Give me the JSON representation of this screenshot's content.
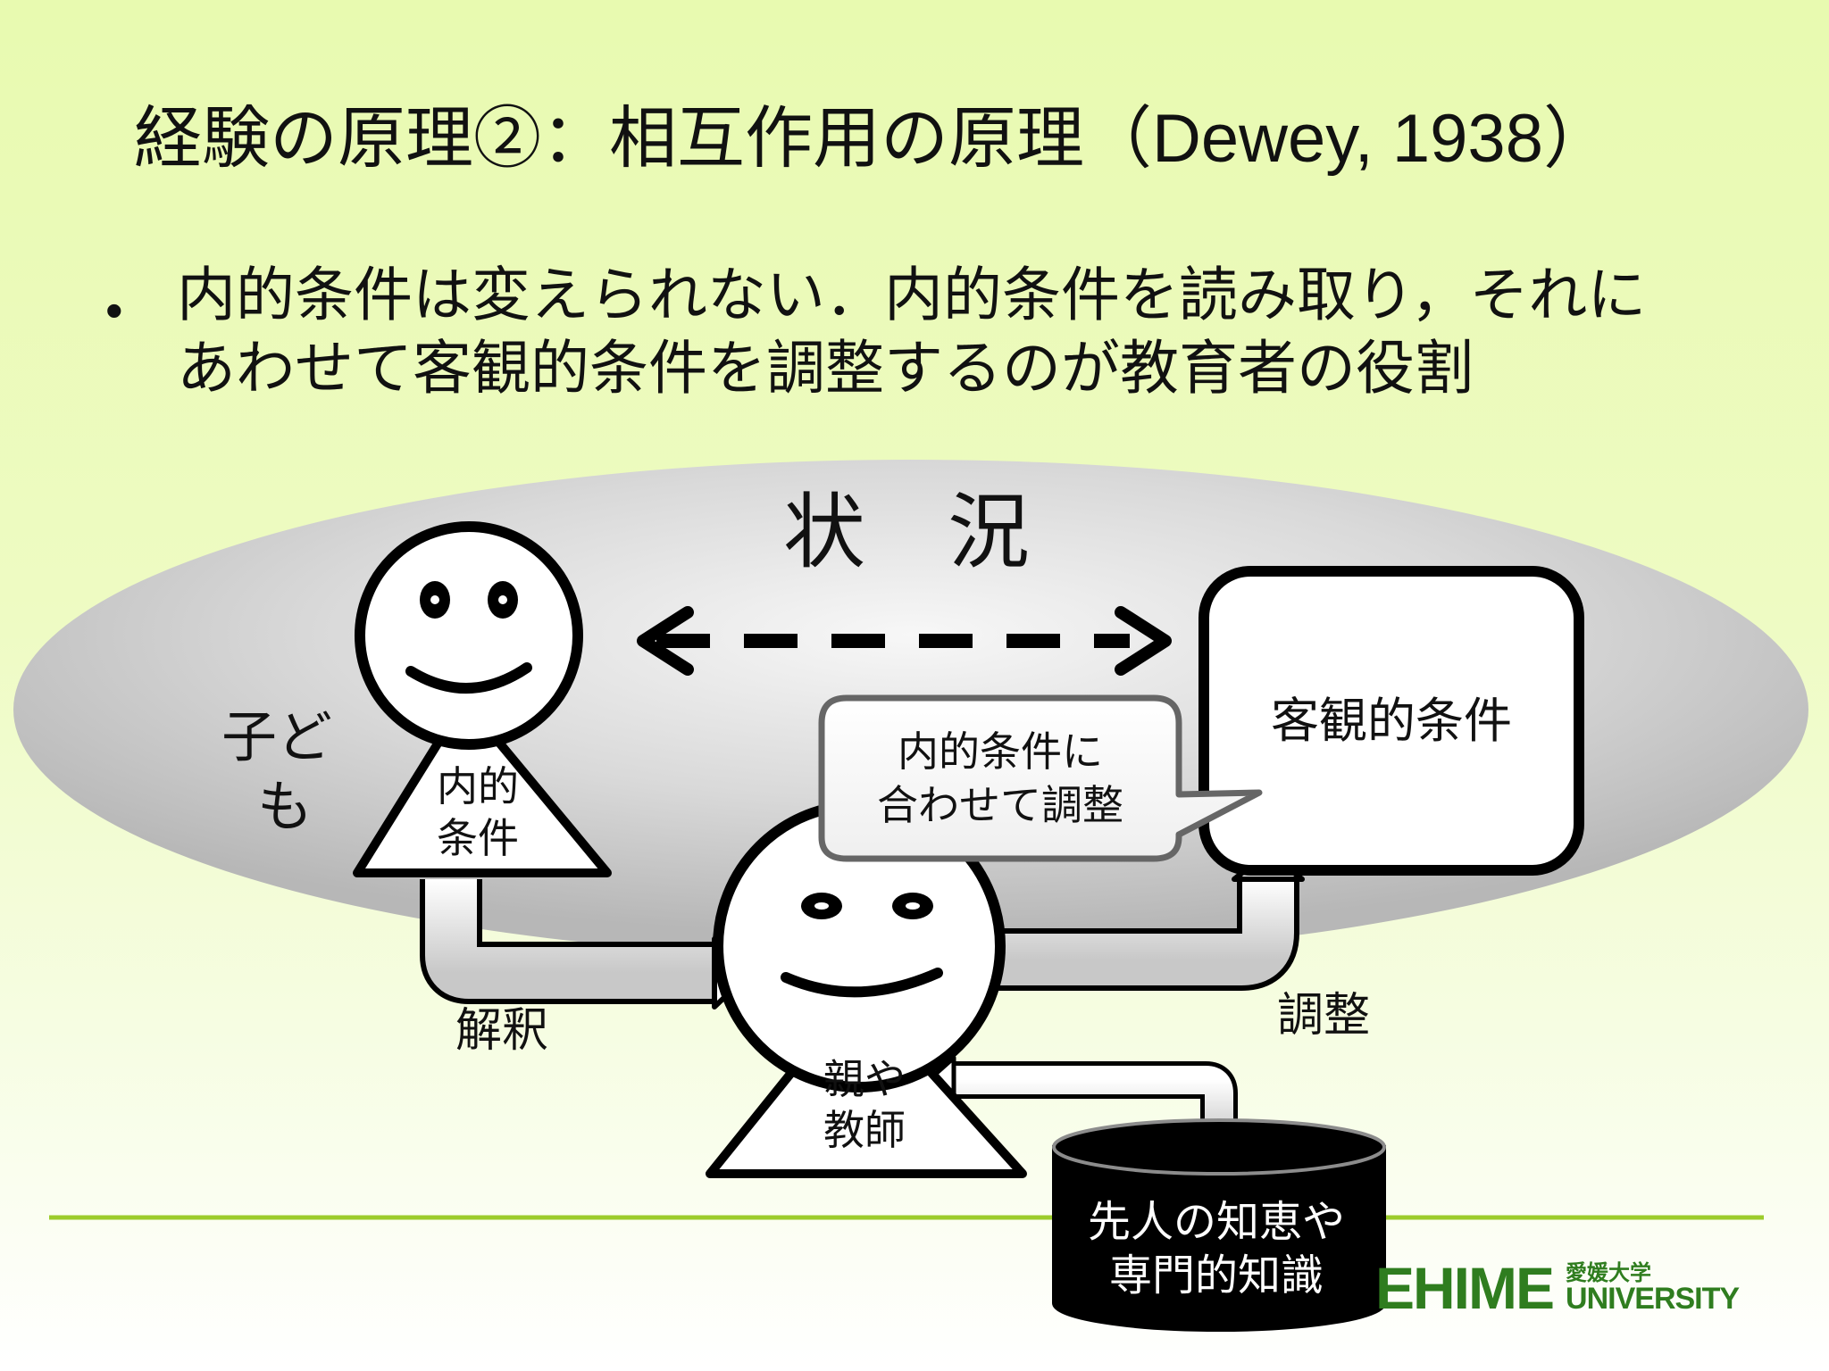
{
  "slide": {
    "title_ja": "経験の原理②：相互作用の原理（",
    "title_en": "Dewey, 1938",
    "title_end": "）",
    "bullet_line1": "内的条件は変えられない．内的条件を読み取り，それに",
    "bullet_line2": "あわせて客観的条件を調整するのが教育者の役割"
  },
  "diagram": {
    "situation_label": "状　況",
    "child_label_line1": "子ど",
    "child_label_line2": "も",
    "child_internal_line1": "内的",
    "child_internal_line2": "条件",
    "objective_conditions": "客観的条件",
    "callout_line1": "内的条件に",
    "callout_line2": "合わせて調整",
    "interpret_label": "解釈",
    "adjust_label": "調整",
    "teacher_line1": "親や",
    "teacher_line2": "教師",
    "knowledge_line1": "先人の知恵や",
    "knowledge_line2": "専門的知識"
  },
  "logo": {
    "ehime": "EHIME",
    "university_ja": "愛媛大学",
    "university_en": "UNIVERSITY"
  },
  "colors": {
    "background_top": "#e8fab0",
    "divider": "#9ccc2b",
    "logo_green": "#2f7d1f",
    "cylinder": "#000000"
  }
}
